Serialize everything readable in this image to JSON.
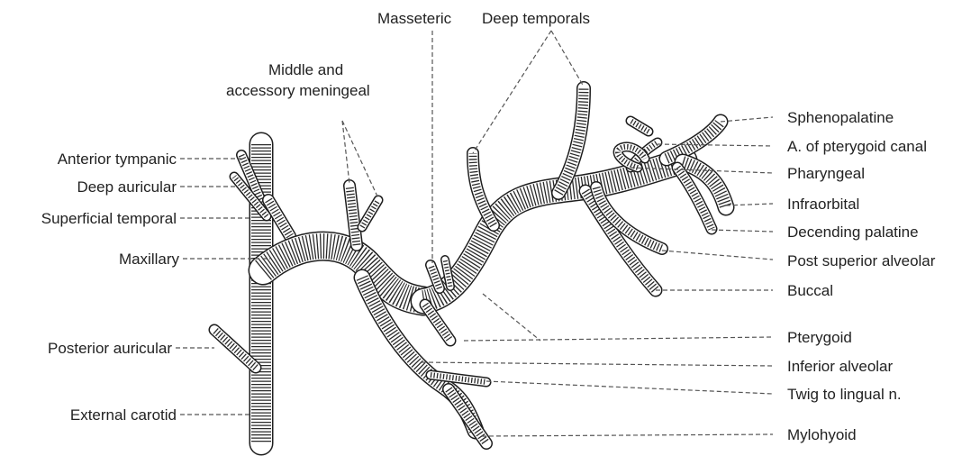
{
  "labels": {
    "masseteric": "Masseteric",
    "deep_temporals": "Deep temporals",
    "middle_meningeal_line1": "Middle and",
    "middle_meningeal_line2": "accessory meningeal",
    "anterior_tympanic": "Anterior tympanic",
    "deep_auricular": "Deep auricular",
    "superficial_temporal": "Superficial temporal",
    "maxillary": "Maxillary",
    "posterior_auricular": "Posterior auricular",
    "external_carotid": "External carotid",
    "sphenopalatine": "Sphenopalatine",
    "pterygoid_canal": "A. of pterygoid canal",
    "pharyngeal": "Pharyngeal",
    "infraorbital": "Infraorbital",
    "decending_palatine": "Decending palatine",
    "post_superior_alveolar": "Post superior alveolar",
    "buccal": "Buccal",
    "pterygoid": "Pterygoid",
    "inferior_alveolar": "Inferior alveolar",
    "twig_to_lingual": "Twig to lingual n.",
    "mylohyoid": "Mylohyoid"
  }
}
